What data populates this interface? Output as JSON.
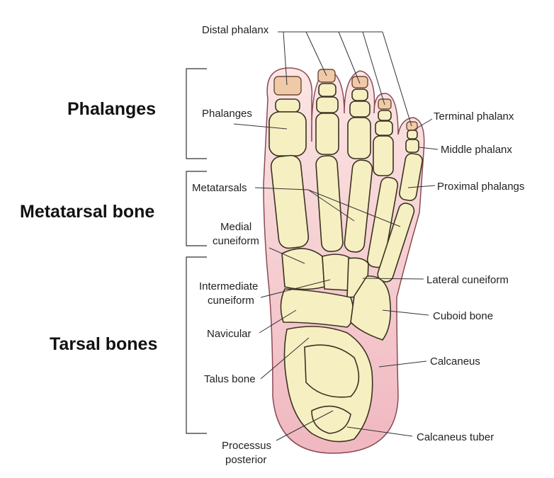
{
  "sections": {
    "phalanges": "Phalanges",
    "metatarsal": "Metatarsal bone",
    "tarsal": "Tarsal bones"
  },
  "labels": {
    "distal_phalanx": "Distal phalanx",
    "phalanges": "Phalanges",
    "terminal_phalanx": "Terminal phalanx",
    "middle_phalanx": "Middle phalanx",
    "proximal_phalangs": "Proximal phalangs",
    "metatarsals": "Metatarsals",
    "medial_cuneiform_1": "Medial",
    "medial_cuneiform_2": "cuneiform",
    "intermediate_cuneiform_1": "Intermediate",
    "intermediate_cuneiform_2": "cuneiform",
    "lateral_cuneiform": "Lateral cuneiform",
    "cuboid_bone": "Cuboid bone",
    "navicular": "Navicular",
    "calcaneus": "Calcaneus",
    "talus_bone": "Talus bone",
    "calcaneus_tuber": "Calcaneus tuber",
    "processus_posterior_1": "Processus",
    "processus_posterior_2": "posterior"
  },
  "colors": {
    "skin": "#f4c6cc",
    "bone": "#f6efc2",
    "nail": "#f0c9a8"
  }
}
